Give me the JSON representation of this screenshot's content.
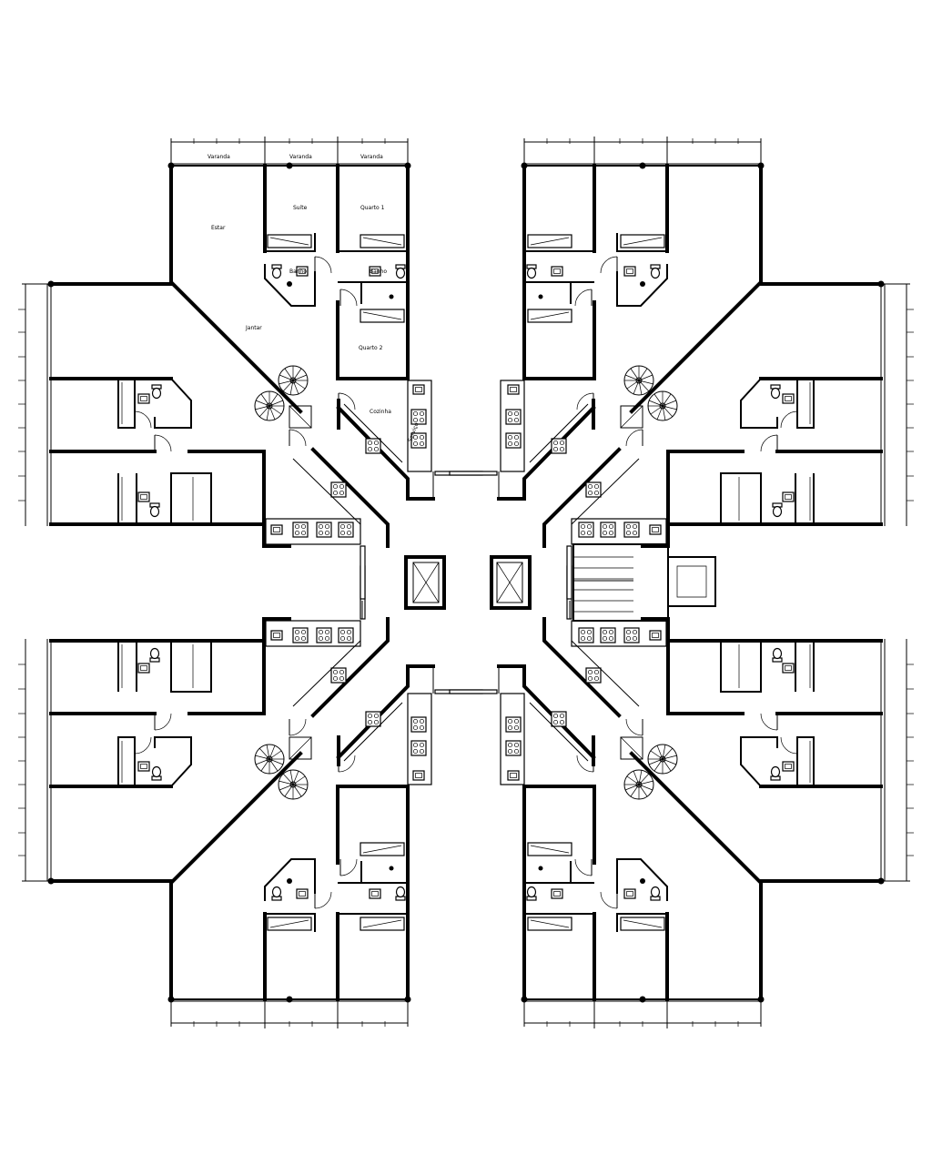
{
  "plan": {
    "labels": {
      "varanda": "Varanda",
      "estar": "Estar",
      "suite": "Suíte",
      "quarto1": "Quarto 1",
      "quarto2": "Quarto 2",
      "banho": "Banho",
      "jantar": "Jantar",
      "cozinha": "Cozinha",
      "servico": "Serviço"
    },
    "colors": {
      "line": "#000000",
      "background": "#ffffff"
    },
    "symbols": [
      "spiral-stair",
      "elevator",
      "staircase",
      "stove",
      "sink",
      "toilet",
      "door-swing"
    ]
  }
}
